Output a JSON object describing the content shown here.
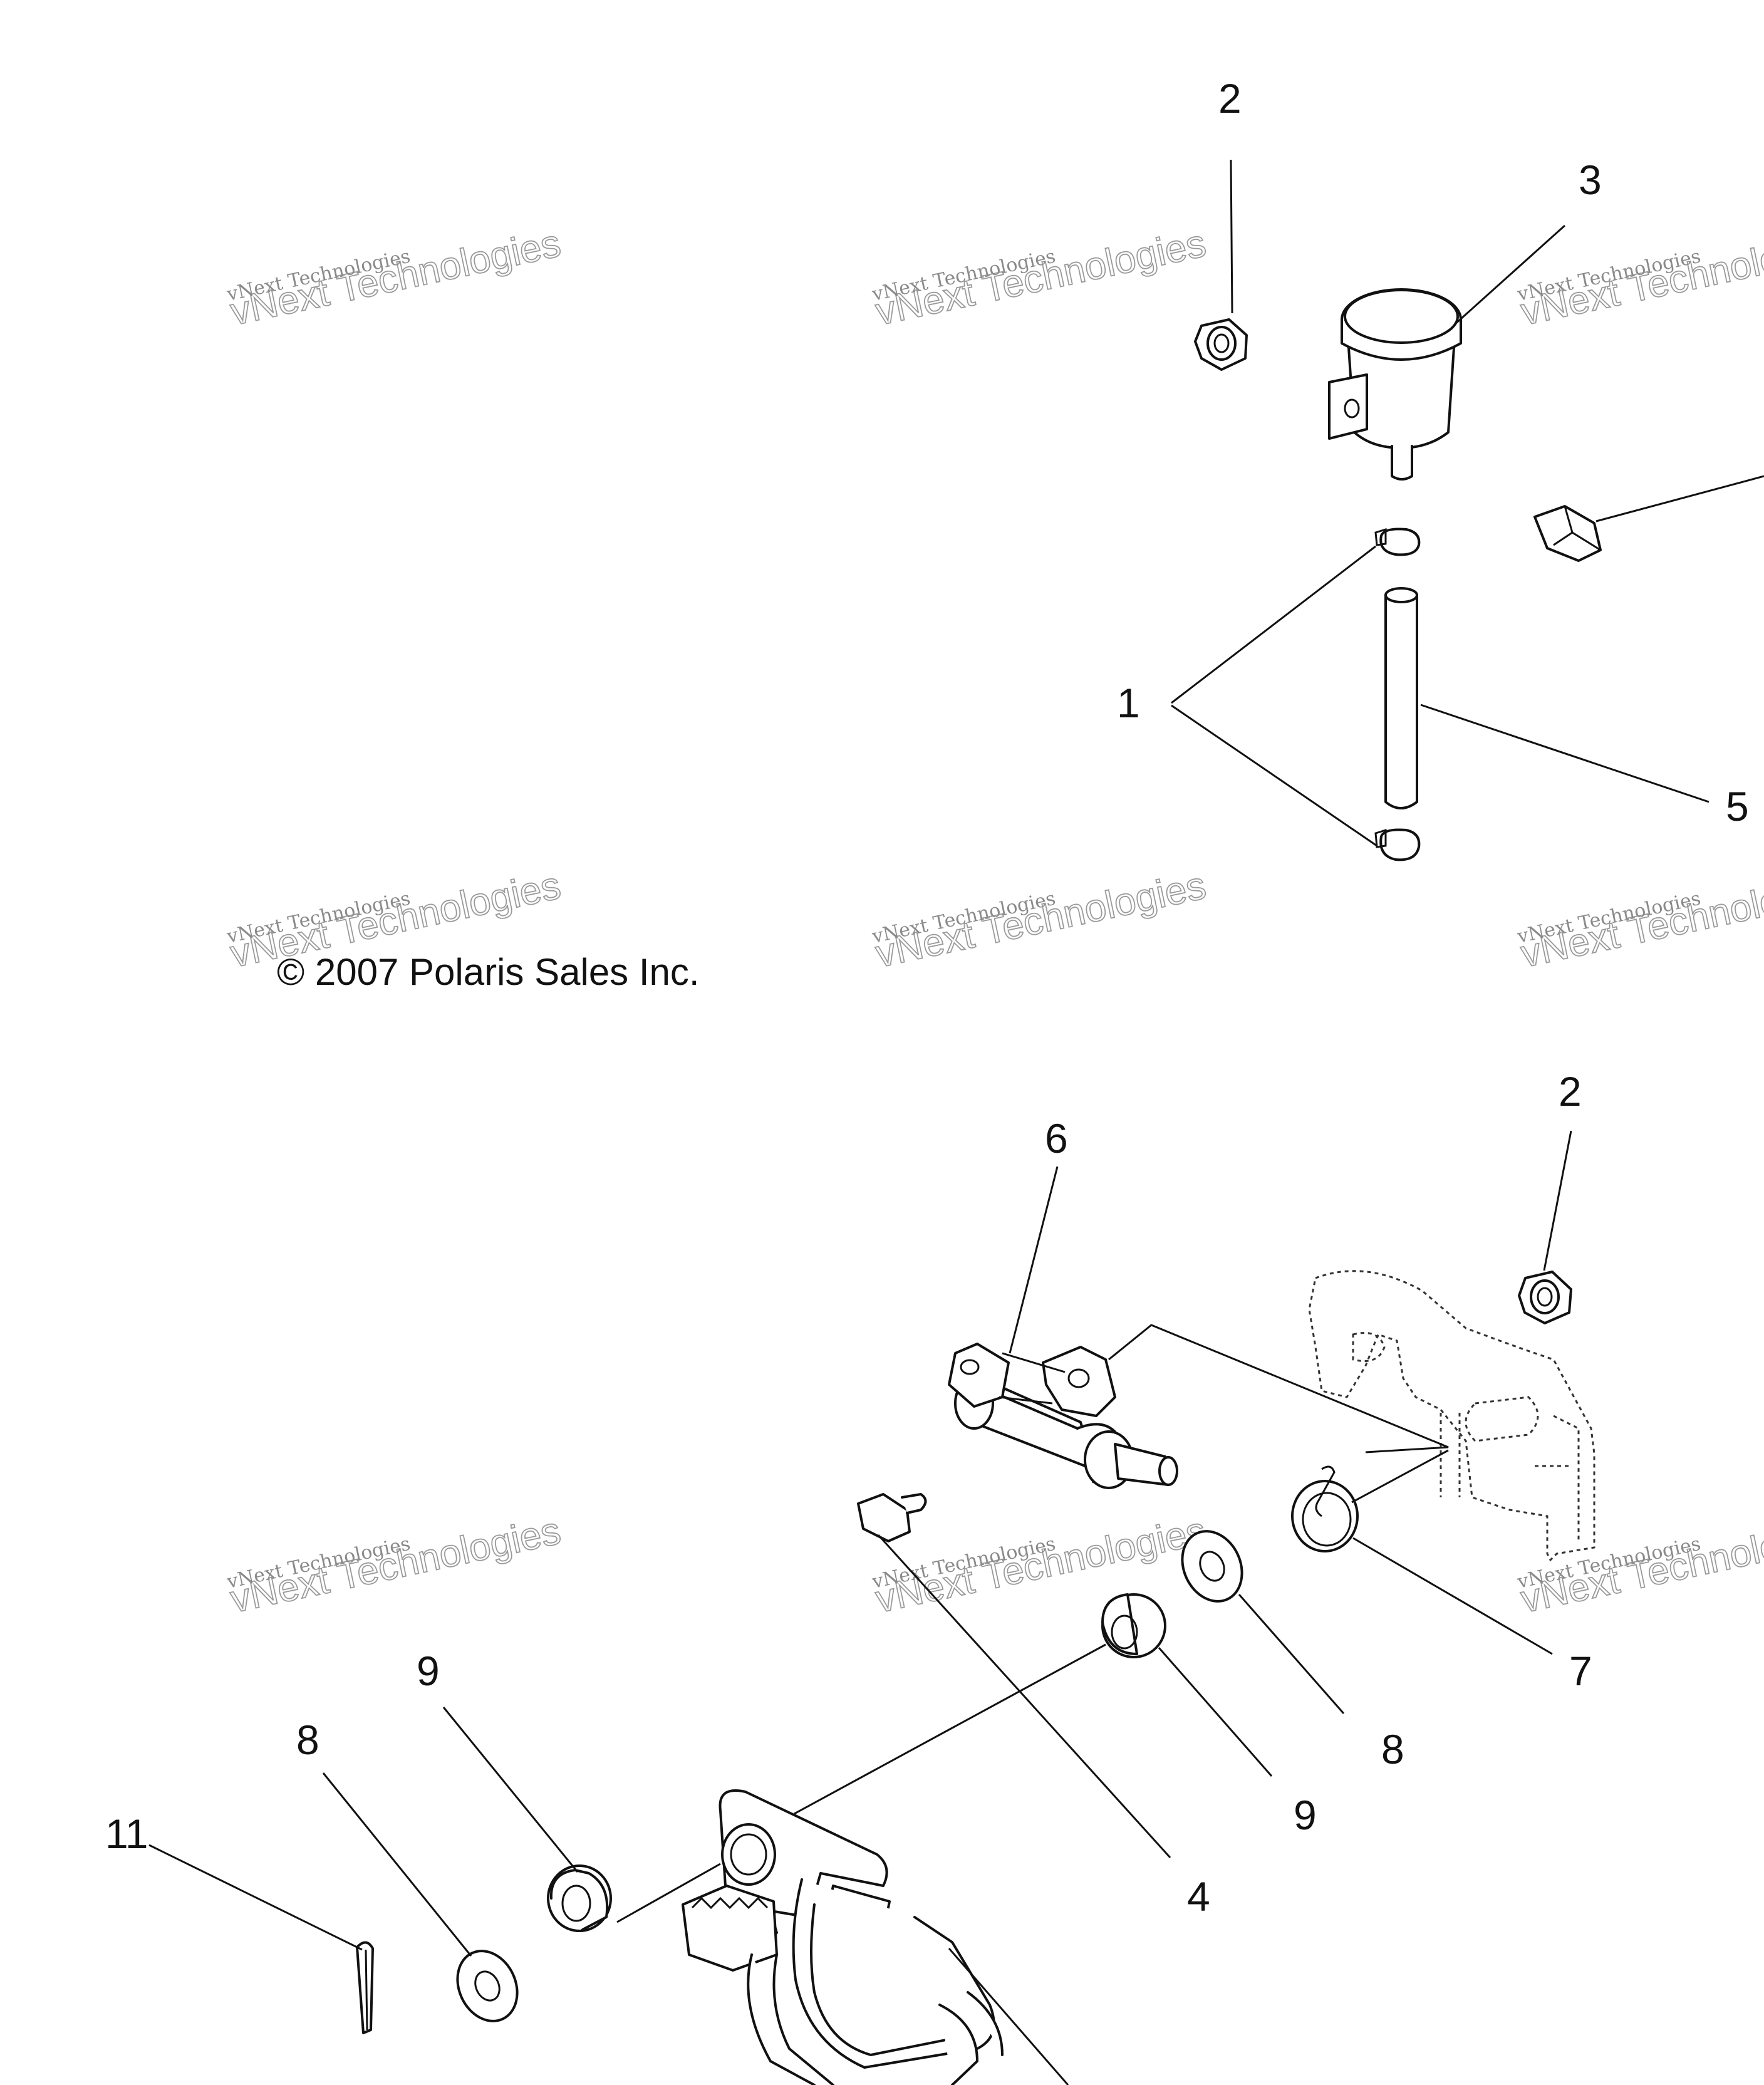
{
  "copyright": "© 2007 Polaris Sales Inc.",
  "watermark": {
    "line1": "vNext Technologies",
    "line2": "vNext Technologies"
  },
  "callouts": {
    "top_2": "2",
    "top_3": "3",
    "top_1": "1",
    "top_5": "5",
    "bottom_2": "2",
    "bottom_6": "6",
    "bottom_7": "7",
    "bottom_8_right": "8",
    "bottom_9_right": "9",
    "bottom_4": "4",
    "bottom_9_left": "9",
    "bottom_8_left": "8",
    "bottom_11": "11"
  }
}
